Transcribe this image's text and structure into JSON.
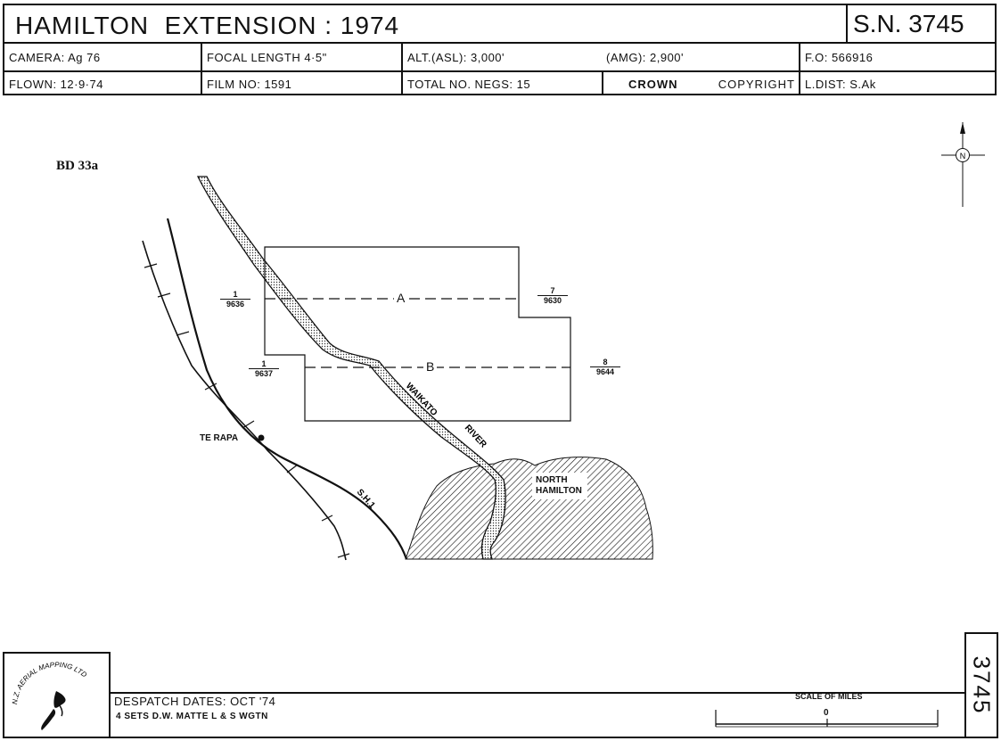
{
  "header": {
    "title": "HAMILTON  EXTENSION : 1974",
    "sn": "S.N. 3745",
    "row2": {
      "camera": "CAMERA: Ag 76",
      "focal": "FOCAL  LENGTH 4·5\"",
      "alt": "ALT.(ASL): 3,000'",
      "amg": "(AMG): 2,900'",
      "fo": "F.O: 566916"
    },
    "row3": {
      "flown": "FLOWN: 12·9·74",
      "film": "FILM  NO: 1591",
      "negs": "TOTAL  NO.  NEGS: 15",
      "crown": "CROWN",
      "copyright": "COPYRIGHT",
      "ldist": "L.DIST: S.Ak"
    }
  },
  "map": {
    "sheet_id": "BD 33a",
    "north_symbol": "N",
    "places": {
      "te_rapa": "TE RAPA",
      "north_hamilton_1": "NORTH",
      "north_hamilton_2": "HAMILTON",
      "waikato": "WAIKATO",
      "river": "RIVER",
      "sh1": "S.H.1"
    },
    "flight_lines": {
      "a": {
        "label": "A",
        "start_num": "1",
        "start_den": "9636",
        "end_num": "7",
        "end_den": "9630"
      },
      "b": {
        "label": "B",
        "start_num": "1",
        "start_den": "9637",
        "end_num": "8",
        "end_den": "9644"
      }
    }
  },
  "footer": {
    "logo_text": "N.Z. AERIAL MAPPING LTD",
    "despatch": "DESPATCH  DATES:  OCT '74",
    "despatch_sub": "4 SETS D.W. MATTE  L & S  WGTN",
    "scale_label": "SCALE OF MILES",
    "scale_zero": "0",
    "sn_vertical": "3745"
  }
}
